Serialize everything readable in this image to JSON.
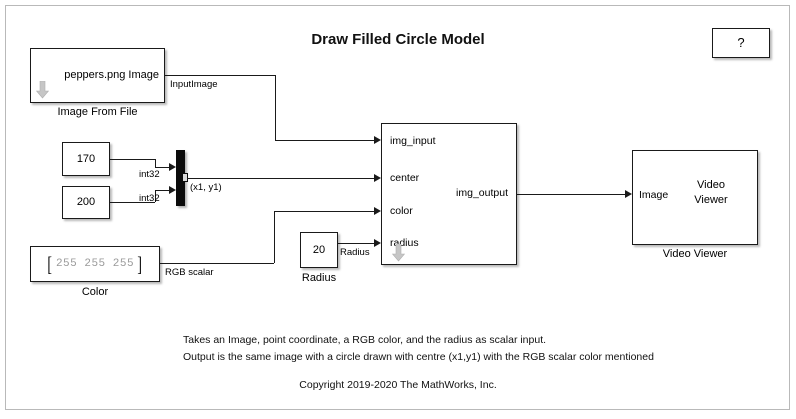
{
  "page": {
    "title": "Draw Filled Circle Model",
    "background": "#ffffff",
    "border_color": "#b9b9b9"
  },
  "help": {
    "label": "?"
  },
  "blocks": [
    {
      "id": "image-from-file",
      "inner_text": "peppers.png Image",
      "caption": "Image From File",
      "has_down_arrow": true
    },
    {
      "id": "const-170",
      "inner_text": "170",
      "caption": ""
    },
    {
      "id": "const-200",
      "inner_text": "200",
      "caption": ""
    },
    {
      "id": "color",
      "inner_text": "255 255 255",
      "bracket_open": "[",
      "bracket_close": "]",
      "caption": "Color"
    },
    {
      "id": "radius",
      "inner_text": "20",
      "caption": "Radius"
    },
    {
      "id": "draw-filled-circle",
      "caption": "",
      "ports_in": [
        "img_input",
        "center",
        "color",
        "radius"
      ],
      "ports_out": [
        "img_output"
      ],
      "has_down_arrow": true
    },
    {
      "id": "video-viewer",
      "port_in": "Image",
      "inner_line1": "Video",
      "inner_line2": "Viewer",
      "caption": "Video Viewer"
    },
    {
      "id": "mux",
      "caption": ""
    }
  ],
  "signals": {
    "input_image": "InputImage",
    "int32_top": "int32",
    "int32_bottom": "int32",
    "center_point": "(x1, y1)",
    "rgb_scalar": "RGB scalar",
    "radius": "Radius"
  },
  "annotations": {
    "description_line_1": "Takes an Image, point coordinate, a RGB color, and the radius as scalar input.",
    "description_line_2": "Output is the same image  with a circle drawn with centre (x1,y1)  with the RGB scalar color mentioned",
    "copyright": "Copyright 2019-2020 The MathWorks, Inc."
  }
}
